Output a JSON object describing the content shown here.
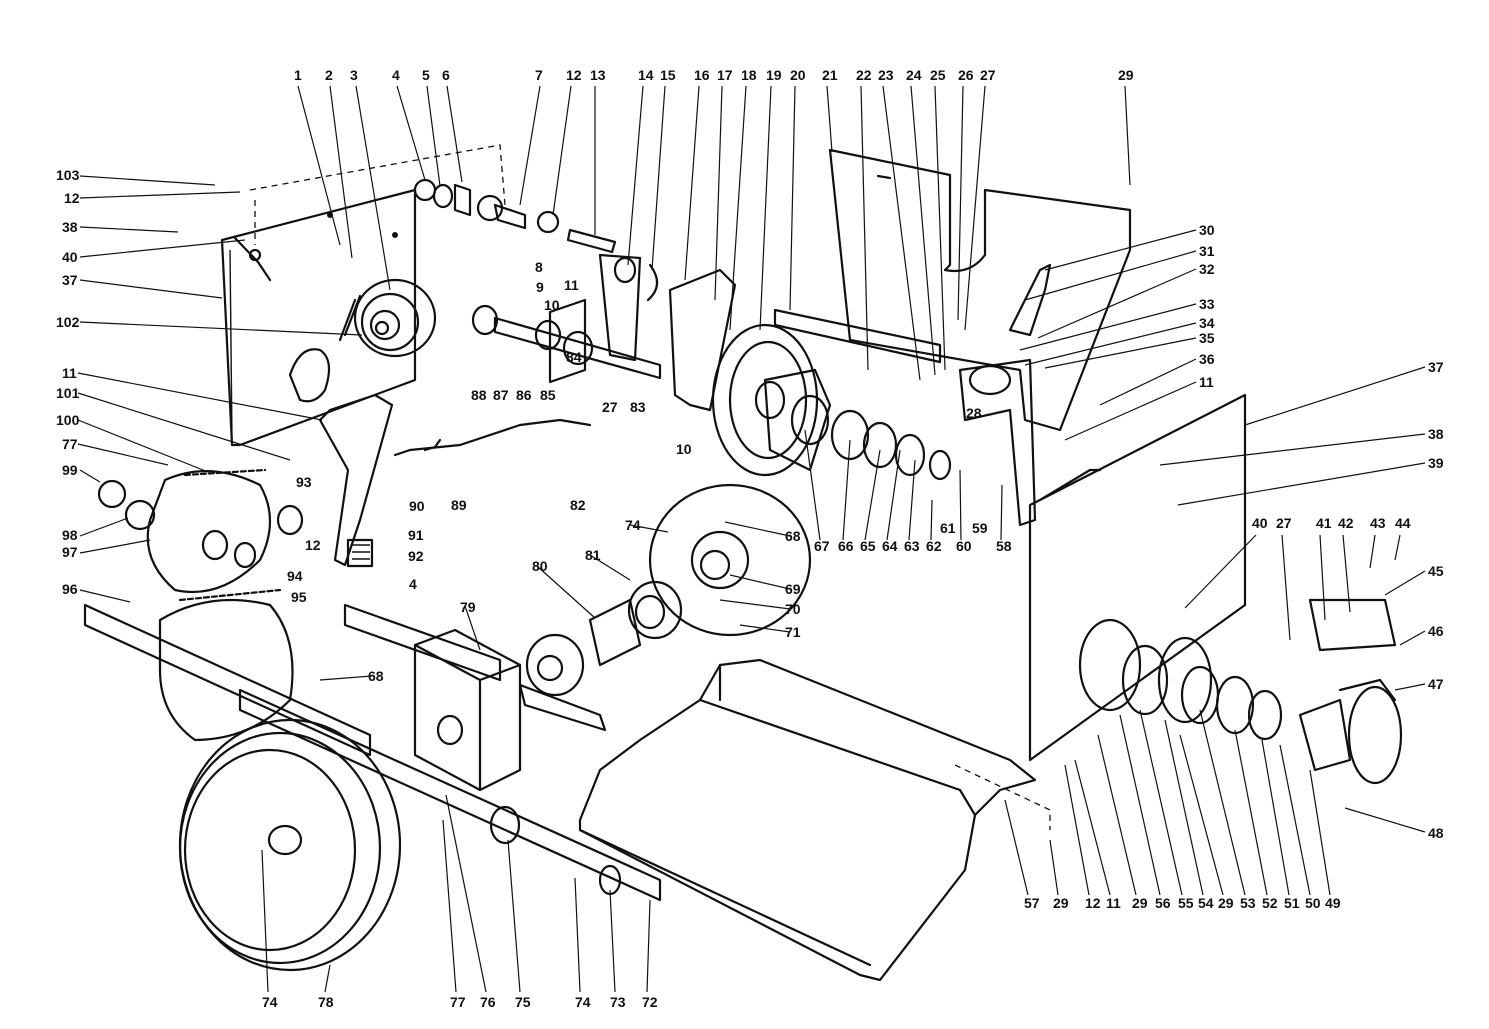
{
  "callouts": [
    {
      "id": "c1",
      "label": "1"
    },
    {
      "id": "c2",
      "label": "2"
    },
    {
      "id": "c3",
      "label": "3"
    },
    {
      "id": "c4",
      "label": "4"
    },
    {
      "id": "c5",
      "label": "5"
    },
    {
      "id": "c6",
      "label": "6"
    },
    {
      "id": "c7",
      "label": "7"
    },
    {
      "id": "c12a",
      "label": "12"
    },
    {
      "id": "c13",
      "label": "13"
    },
    {
      "id": "c14",
      "label": "14"
    },
    {
      "id": "c15",
      "label": "15"
    },
    {
      "id": "c16",
      "label": "16"
    },
    {
      "id": "c17",
      "label": "17"
    },
    {
      "id": "c18",
      "label": "18"
    },
    {
      "id": "c19",
      "label": "19"
    },
    {
      "id": "c20",
      "label": "20"
    },
    {
      "id": "c21",
      "label": "21"
    },
    {
      "id": "c22",
      "label": "22"
    },
    {
      "id": "c23",
      "label": "23"
    },
    {
      "id": "c24",
      "label": "24"
    },
    {
      "id": "c25",
      "label": "25"
    },
    {
      "id": "c26",
      "label": "26"
    },
    {
      "id": "c27a",
      "label": "27"
    },
    {
      "id": "c29a",
      "label": "29"
    },
    {
      "id": "c103",
      "label": "103"
    },
    {
      "id": "c12b",
      "label": "12"
    },
    {
      "id": "c38a",
      "label": "38"
    },
    {
      "id": "c40a",
      "label": "40"
    },
    {
      "id": "c37a",
      "label": "37"
    },
    {
      "id": "c102",
      "label": "102"
    },
    {
      "id": "c11a",
      "label": "11"
    },
    {
      "id": "c101",
      "label": "101"
    },
    {
      "id": "c100",
      "label": "100"
    },
    {
      "id": "c77a",
      "label": "77"
    },
    {
      "id": "c99",
      "label": "99"
    },
    {
      "id": "c98",
      "label": "98"
    },
    {
      "id": "c97",
      "label": "97"
    },
    {
      "id": "c96",
      "label": "96"
    },
    {
      "id": "c30",
      "label": "30"
    },
    {
      "id": "c31",
      "label": "31"
    },
    {
      "id": "c32",
      "label": "32"
    },
    {
      "id": "c33",
      "label": "33"
    },
    {
      "id": "c34",
      "label": "34"
    },
    {
      "id": "c35",
      "label": "35"
    },
    {
      "id": "c36",
      "label": "36"
    },
    {
      "id": "c11b",
      "label": "11"
    },
    {
      "id": "c37b",
      "label": "37"
    },
    {
      "id": "c38b",
      "label": "38"
    },
    {
      "id": "c39",
      "label": "39"
    },
    {
      "id": "c8",
      "label": "8"
    },
    {
      "id": "c9",
      "label": "9"
    },
    {
      "id": "c11c",
      "label": "11"
    },
    {
      "id": "c10a",
      "label": "10"
    },
    {
      "id": "c88",
      "label": "88"
    },
    {
      "id": "c87",
      "label": "87"
    },
    {
      "id": "c86",
      "label": "86"
    },
    {
      "id": "c85",
      "label": "85"
    },
    {
      "id": "c84",
      "label": "84"
    },
    {
      "id": "c83",
      "label": "83"
    },
    {
      "id": "c27b",
      "label": "27"
    },
    {
      "id": "c10b",
      "label": "10"
    },
    {
      "id": "c89",
      "label": "89"
    },
    {
      "id": "c82",
      "label": "82"
    },
    {
      "id": "c90",
      "label": "90"
    },
    {
      "id": "c93",
      "label": "93"
    },
    {
      "id": "c91",
      "label": "91"
    },
    {
      "id": "c92",
      "label": "92"
    },
    {
      "id": "c12c",
      "label": "12"
    },
    {
      "id": "c94",
      "label": "94"
    },
    {
      "id": "c95",
      "label": "95"
    },
    {
      "id": "c4b",
      "label": "4"
    },
    {
      "id": "c28",
      "label": "28"
    },
    {
      "id": "c67",
      "label": "67"
    },
    {
      "id": "c66",
      "label": "66"
    },
    {
      "id": "c65",
      "label": "65"
    },
    {
      "id": "c64",
      "label": "64"
    },
    {
      "id": "c63",
      "label": "63"
    },
    {
      "id": "c62",
      "label": "62"
    },
    {
      "id": "c61",
      "label": "61"
    },
    {
      "id": "c60",
      "label": "60"
    },
    {
      "id": "c59",
      "label": "59"
    },
    {
      "id": "c58",
      "label": "58"
    },
    {
      "id": "c74a",
      "label": "74"
    },
    {
      "id": "c68a",
      "label": "68"
    },
    {
      "id": "c81",
      "label": "81"
    },
    {
      "id": "c80",
      "label": "80"
    },
    {
      "id": "c69",
      "label": "69"
    },
    {
      "id": "c70",
      "label": "70"
    },
    {
      "id": "c71",
      "label": "71"
    },
    {
      "id": "c79",
      "label": "79"
    },
    {
      "id": "c68b",
      "label": "68"
    },
    {
      "id": "c40b",
      "label": "40"
    },
    {
      "id": "c27c",
      "label": "27"
    },
    {
      "id": "c41",
      "label": "41"
    },
    {
      "id": "c42",
      "label": "42"
    },
    {
      "id": "c43",
      "label": "43"
    },
    {
      "id": "c44",
      "label": "44"
    },
    {
      "id": "c45",
      "label": "45"
    },
    {
      "id": "c46",
      "label": "46"
    },
    {
      "id": "c47",
      "label": "47"
    },
    {
      "id": "c48",
      "label": "48"
    },
    {
      "id": "c57",
      "label": "57"
    },
    {
      "id": "c29b",
      "label": "29"
    },
    {
      "id": "c12d",
      "label": "12"
    },
    {
      "id": "c11d",
      "label": "11"
    },
    {
      "id": "c29c",
      "label": "29"
    },
    {
      "id": "c56",
      "label": "56"
    },
    {
      "id": "c55",
      "label": "55"
    },
    {
      "id": "c54",
      "label": "54"
    },
    {
      "id": "c29d",
      "label": "29"
    },
    {
      "id": "c53",
      "label": "53"
    },
    {
      "id": "c52",
      "label": "52"
    },
    {
      "id": "c51",
      "label": "51"
    },
    {
      "id": "c50",
      "label": "50"
    },
    {
      "id": "c49",
      "label": "49"
    },
    {
      "id": "c74b",
      "label": "74"
    },
    {
      "id": "c78",
      "label": "78"
    },
    {
      "id": "c77b",
      "label": "77"
    },
    {
      "id": "c76",
      "label": "76"
    },
    {
      "id": "c75",
      "label": "75"
    },
    {
      "id": "c74c",
      "label": "74"
    },
    {
      "id": "c73",
      "label": "73"
    },
    {
      "id": "c72",
      "label": "72"
    }
  ]
}
